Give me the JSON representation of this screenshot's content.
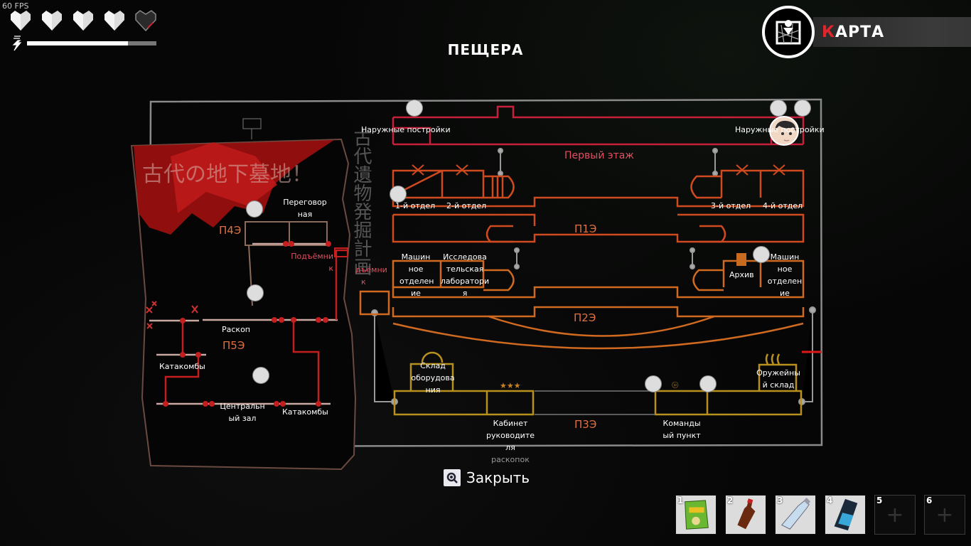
{
  "hud": {
    "fps": "60 FPS",
    "hearts_total": 5,
    "hearts_full": 4,
    "stamina_percent": 78
  },
  "map_button": {
    "label_first": "К",
    "label_rest": "АРТА",
    "icon": "map-pin-icon"
  },
  "area_title": "ПЕЩЕРА",
  "map": {
    "floors": {
      "first": "Первый этаж",
      "p1": "П1Э",
      "p2": "П2Э",
      "p3": "П3Э",
      "p4": "П4Э",
      "p5": "П5Э"
    },
    "rooms": {
      "outbuildings_left": "Наружные постройки",
      "outbuildings_right": "Наружные постройки",
      "dept1": "1-й отдел",
      "dept2": "2-й отдел",
      "dept3": "3-й отдел",
      "dept4": "4-й отдел",
      "machine_left_1": "Машин",
      "machine_left_2": "ное",
      "machine_left_3": "отделен",
      "machine_left_4": "ие",
      "lab_1": "Исследова",
      "lab_2": "тельская",
      "lab_3": "лаборатори",
      "lab_4": "я",
      "archive": "Архив",
      "machine_right_1": "Машин",
      "machine_right_2": "ное",
      "machine_right_3": "отделен",
      "machine_right_4": "ие",
      "equip_1": "Склад",
      "equip_2": "оборудова",
      "equip_3": "ния",
      "office_1": "Кабинет",
      "office_2": "руководите",
      "office_3": "ля",
      "office_4": "раскопок",
      "command_1": "Команды",
      "command_2": "ый пункт",
      "armory_1": "Оружейны",
      "armory_2": "й склад",
      "meeting_1": "Переговор",
      "meeting_2": "ная",
      "elevator_1": "Подъёмни",
      "elevator_1b": "к",
      "elevator_2": "дъёмни",
      "elevator_2b": "к",
      "dig": "Раскоп",
      "catacombs_left": "Катакомбы",
      "central_1": "Центральн",
      "central_2": "ый зал",
      "catacombs_right": "Катакомбы"
    },
    "banner_jp": "古代の地下墓地！",
    "vertical_jp": "古代遺物発掘計画"
  },
  "close_button": {
    "key_icon": "magnifier-icon",
    "label": "Закрыть"
  },
  "hotbar": [
    {
      "num": "1",
      "item": "chips-bag",
      "empty": false
    },
    {
      "num": "2",
      "item": "medicine-bottle",
      "empty": false
    },
    {
      "num": "3",
      "item": "water-bottle",
      "empty": false
    },
    {
      "num": "4",
      "item": "energy-drink-can",
      "empty": false
    },
    {
      "num": "5",
      "item": "",
      "empty": true,
      "placeholder": "+"
    },
    {
      "num": "6",
      "item": "",
      "empty": true,
      "placeholder": "+"
    }
  ],
  "colors": {
    "accent_red": "#e0262c",
    "floor1": "#c8203a",
    "p1_orange": "#d04a20",
    "p2_orange": "#d06a20",
    "p3_gold": "#b8901c",
    "p4_p5_brown": "#8a5a4a",
    "route_red": "#c41e1e"
  }
}
